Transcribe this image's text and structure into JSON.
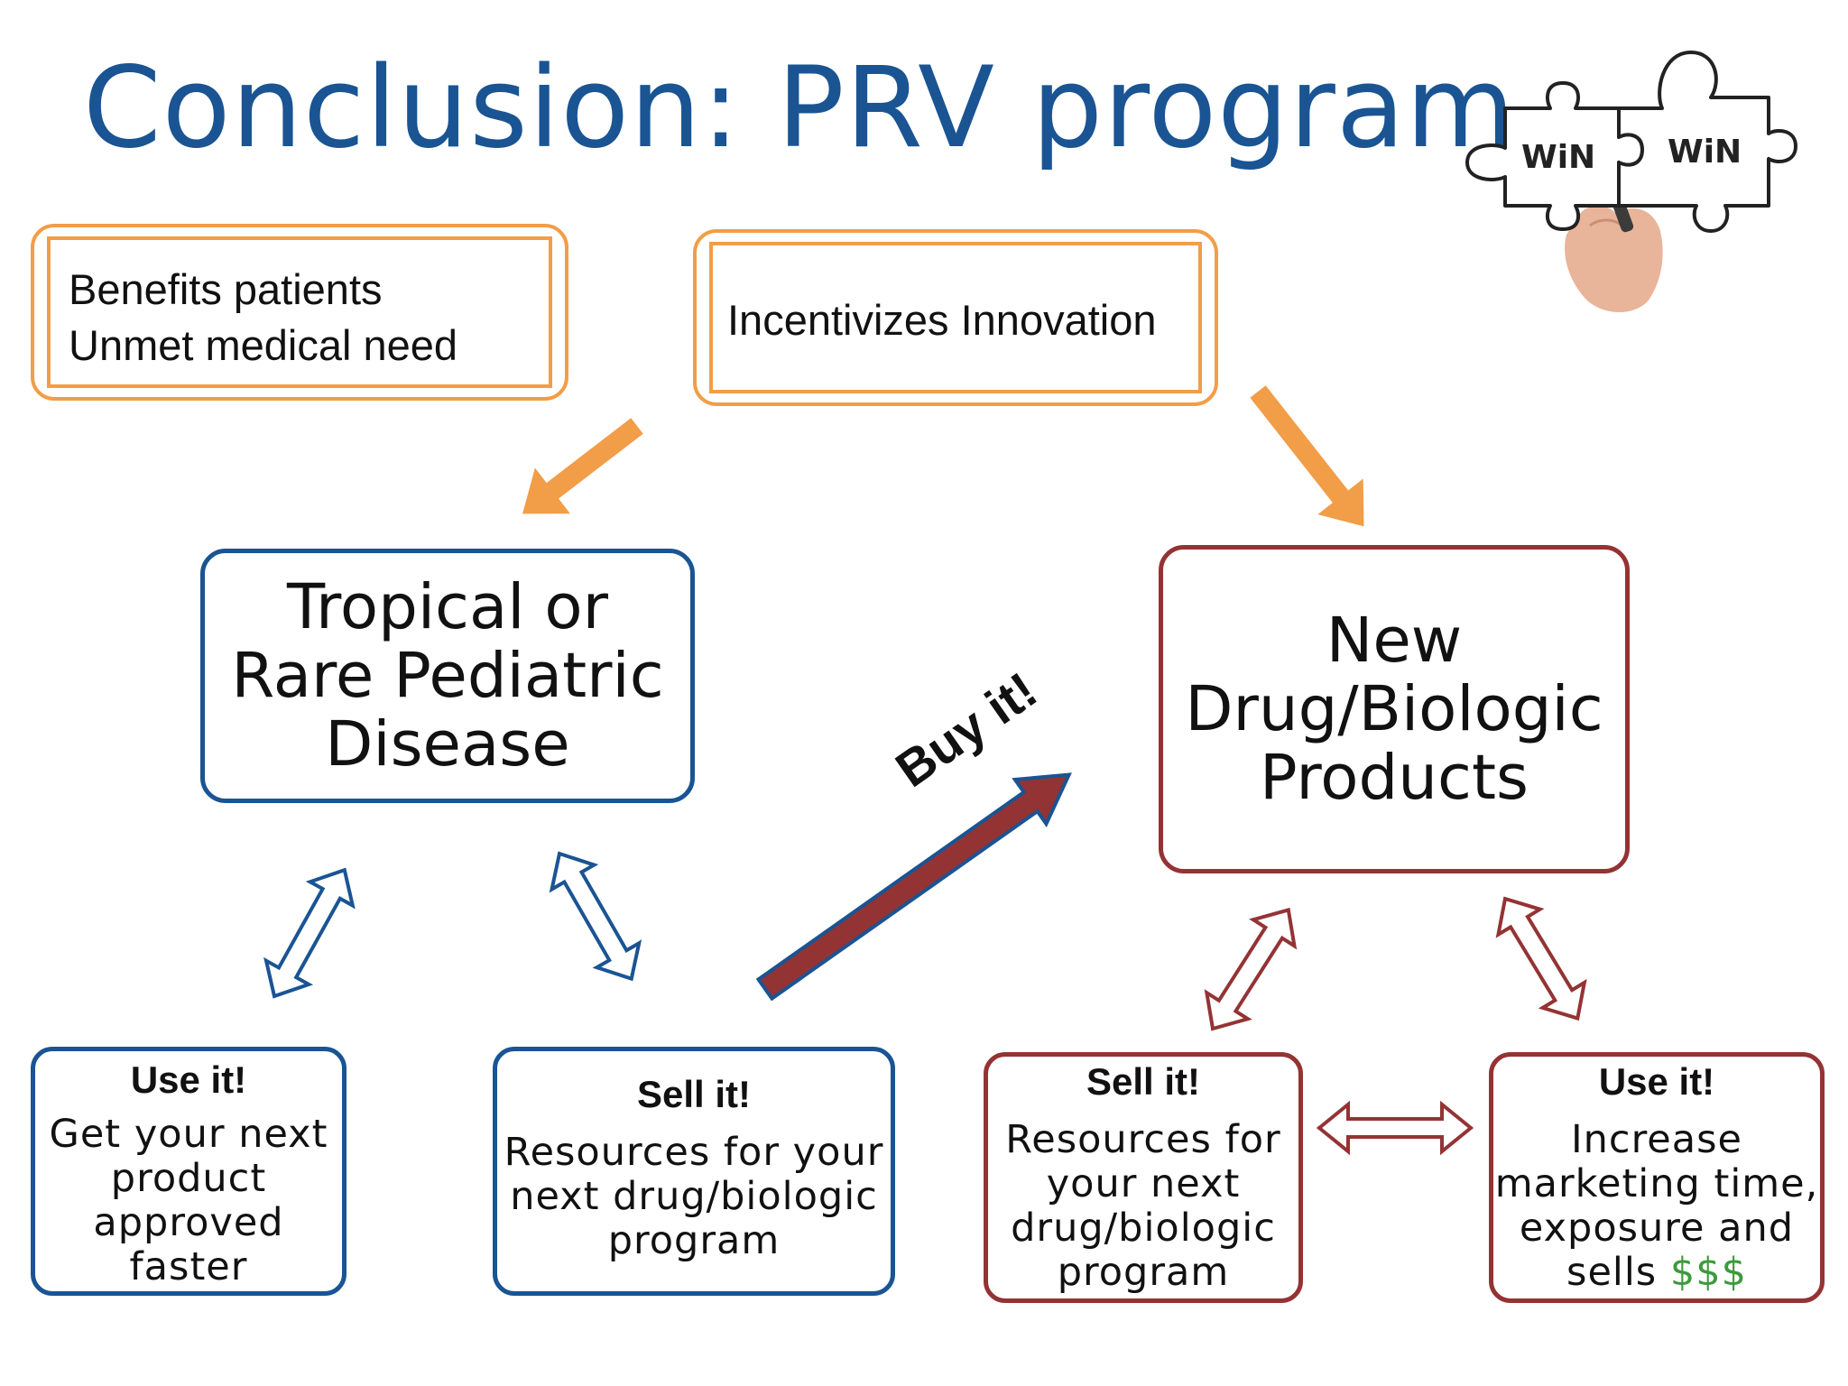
{
  "title": "Conclusion: PRV program",
  "top_boxes": {
    "benefits": {
      "line1": "Benefits patients",
      "line2": "Unmet medical need"
    },
    "innovation": {
      "text": "Incentivizes Innovation"
    }
  },
  "left_main": {
    "line1": "Tropical or",
    "line2": "Rare Pediatric",
    "line3": "Disease"
  },
  "right_main": {
    "line1": "New",
    "line2": "Drug/Biologic",
    "line3": "Products"
  },
  "buy_label": "Buy it!",
  "puzzle": {
    "left_word": "WiN",
    "right_word": "WiN"
  },
  "bottom": {
    "left_use": {
      "heading": "Use it!",
      "l1": "Get your next",
      "l2": "product",
      "l3": "approved",
      "l4": "faster"
    },
    "left_sell": {
      "heading": "Sell it!",
      "l1": "Resources for your",
      "l2": "next drug/biologic",
      "l3": "program"
    },
    "right_sell": {
      "heading": "Sell it!",
      "l1": "Resources for",
      "l2": "your next",
      "l3": "drug/biologic",
      "l4": "program"
    },
    "right_use": {
      "heading": "Use it!",
      "l1": "Increase",
      "l2": "marketing time,",
      "l3": "exposure and",
      "l4": "sells",
      "money": "$$$"
    }
  },
  "colors": {
    "orange": "#f29d48",
    "blue": "#1a5493",
    "red": "#943334",
    "green": "#3d9a3d"
  }
}
